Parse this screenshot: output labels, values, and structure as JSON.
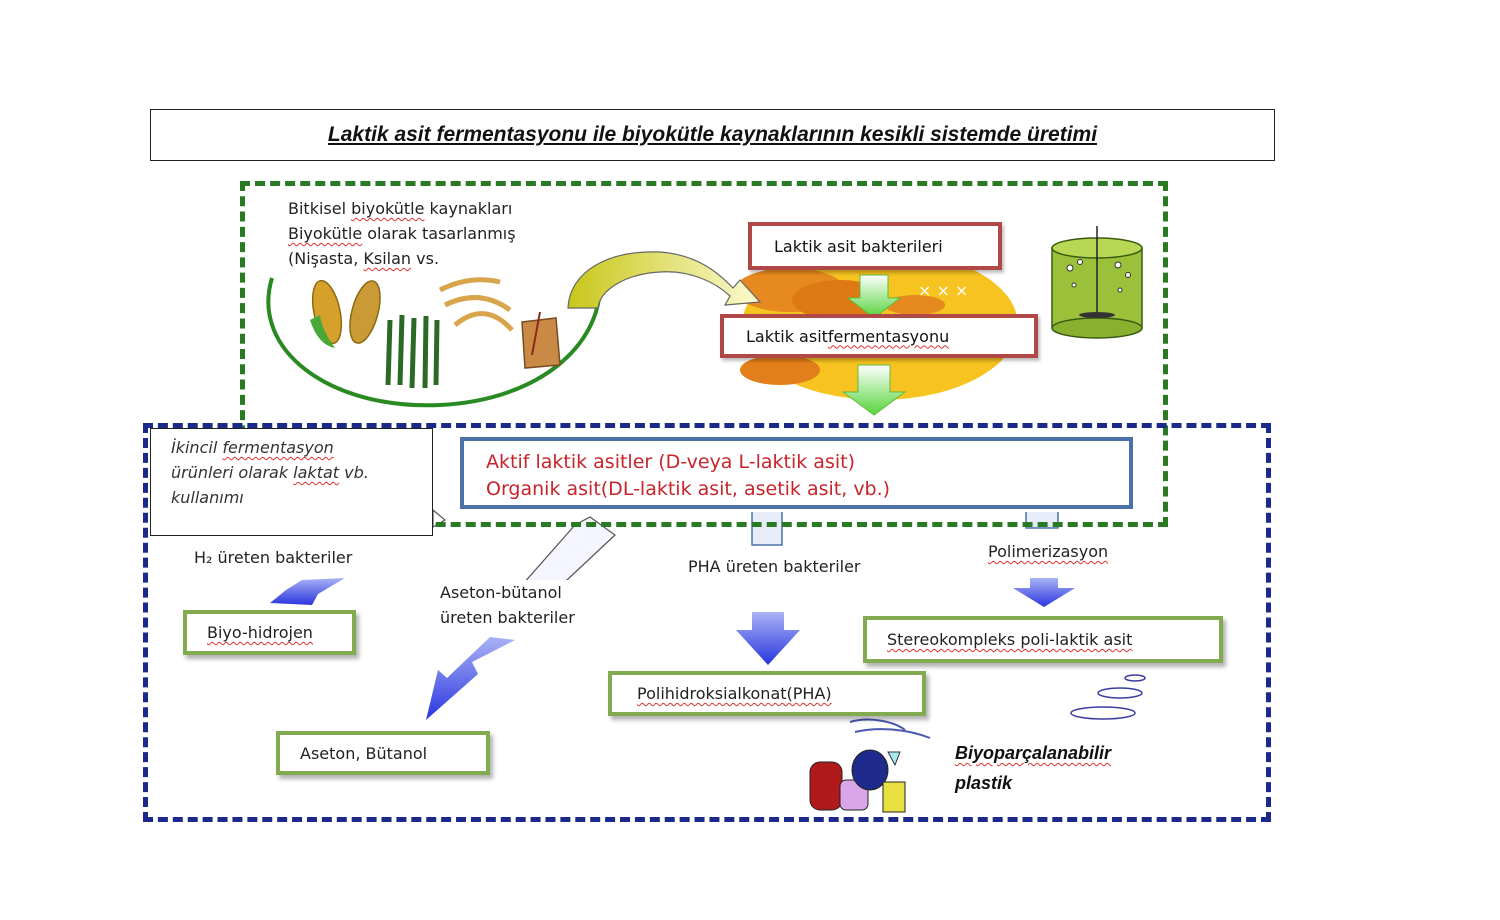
{
  "title": "Laktik asit fermentasyonu ile biyokütle kaynaklarının kesikli sistemde üretimi",
  "biomass_source": {
    "line1_pre": "Bitkisel ",
    "line1_mark": "biyokütle",
    "line1_post": " kaynakları",
    "line2_mark": "Biyokütle",
    "line2_post": " olarak tasarlanmış",
    "line3_pre": "(Nişasta, ",
    "line3_mark": "Ksilan",
    "line3_post": " vs."
  },
  "process": {
    "bacteria": "Laktik asit bakterileri",
    "fermentation_pre": "Laktik asit ",
    "fermentation_mark": "fermentasyonu"
  },
  "acids": {
    "line1": "Aktif laktik asitler (D-veya L-laktik asit)",
    "line2": "Organik asit(DL-laktik asit, asetik asit, vb.)"
  },
  "secondary": {
    "line1_pre": "İkincil ",
    "line1_mark": "fermentasyon",
    "line2_pre": "ürünleri olarak ",
    "line2_mark": "laktat",
    "line2_post": " vb.",
    "line3": "kullanımı"
  },
  "pathways": {
    "h2_bacteria": "H₂ üreten bakteriler",
    "ab_bacteria_line1": "Aseton-bütanol",
    "ab_bacteria_line2": "üreten bakteriler",
    "pha_bacteria": "PHA üreten bakteriler",
    "polymerization": "Polimerizasyon"
  },
  "products": {
    "biohydrogen": "Biyo-hidrojen",
    "acetone_butanol": "Aseton, Bütanol",
    "pha": "Polihidroksialkonat(PHA)",
    "stereocomplex": "Stereokompleks poli-laktik asit"
  },
  "bioplastic": {
    "line1": "Biyoparçalanabilir",
    "line2": "plastik"
  },
  "colors": {
    "green_frame": "#2a7a23",
    "blue_frame": "#1b2a8a",
    "red_box": "#b04848",
    "acid_text": "#c8242a",
    "acid_box": "#4a72a8",
    "product_box": "#82aa4e",
    "blue_arrow": "#3a48e8",
    "green_arrow": "#6ed64a"
  }
}
